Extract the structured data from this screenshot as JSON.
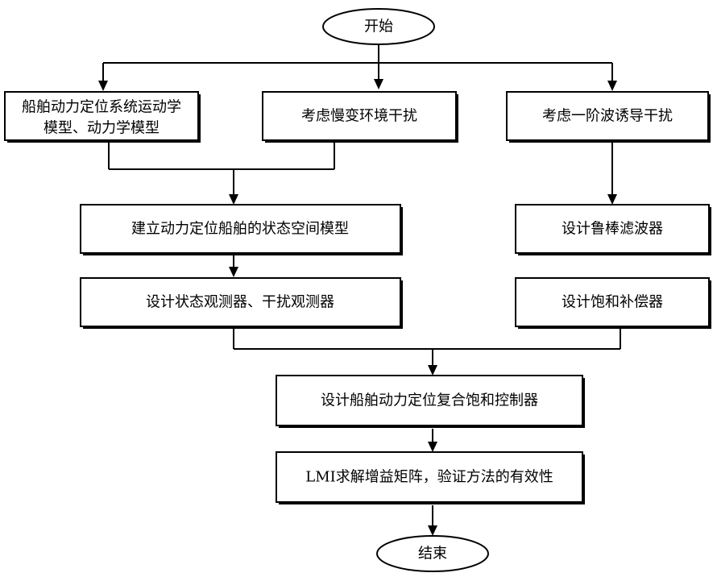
{
  "diagram": {
    "nodes": {
      "start": "开始",
      "model_line1": "船舶动力定位系统运动学",
      "model_line2": "模型、动力学模型",
      "slow_disturbance": "考虑慢变环境干扰",
      "wave_disturbance": "考虑一阶波诱导干扰",
      "state_space": "建立动力定位船舶的状态空间模型",
      "robust_filter": "设计鲁棒滤波器",
      "observers": "设计状态观测器、干扰观测器",
      "saturation_compensator": "设计饱和补偿器",
      "composite_controller": "设计船舶动力定位复合饱和控制器",
      "lmi_solve": "LMI求解增益矩阵，验证方法的有效性",
      "end": "结束"
    }
  }
}
